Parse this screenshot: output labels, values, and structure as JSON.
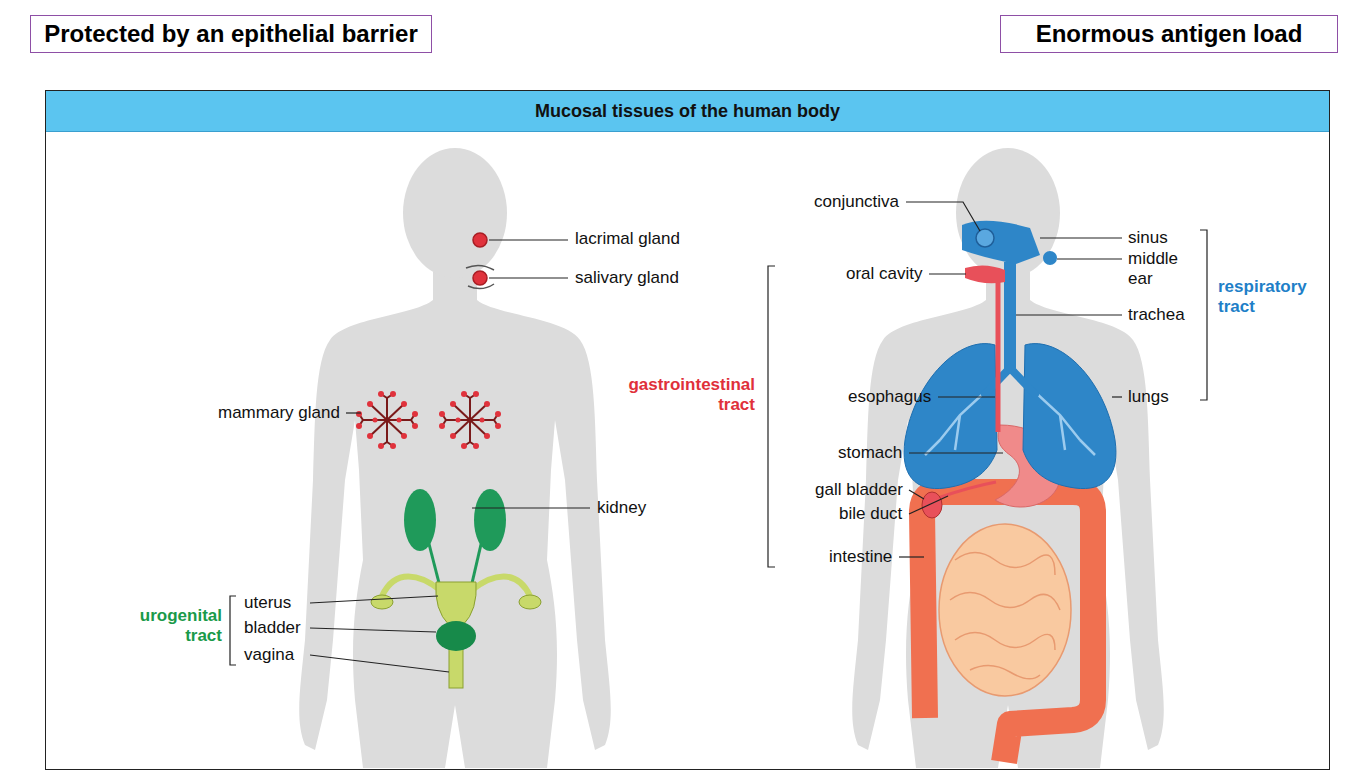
{
  "diagram": {
    "title": "Mucosal tissues of the human body",
    "nodes": [
      {
        "text": [
          "Protected by an epithelial barrier"
        ]
      },
      {
        "text": [
          "Enormous antigen load"
        ]
      }
    ],
    "labels": [
      "lacrimal gland",
      "salivary gland",
      "mammary gland",
      "kidney",
      "urogenital tract",
      "uterus",
      "bladder",
      "vagina",
      "conjunctiva",
      "oral cavity",
      "gastrointestinal tract",
      "esophagus",
      "stomach",
      "gall bladder",
      "bile duct",
      "intestine",
      "sinus",
      "middle ear",
      "trachea",
      "lungs",
      "respiratory tract"
    ]
  }
}
